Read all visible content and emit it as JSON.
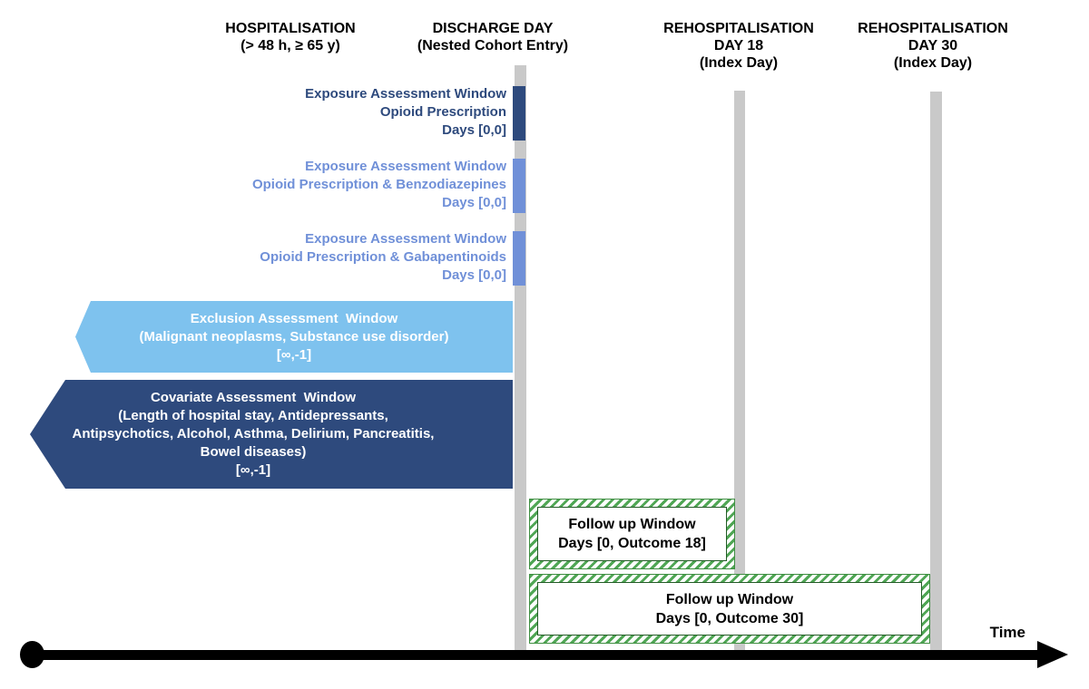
{
  "headers": [
    {
      "id": "hospitalisation",
      "lines": [
        "HOSPITALISATION",
        "(> 48 h, ≥ 65 y)"
      ]
    },
    {
      "id": "discharge-day",
      "lines": [
        "DISCHARGE DAY",
        "(Nested Cohort Entry)"
      ]
    },
    {
      "id": "rehospitalisation-day-18",
      "lines": [
        "REHOSPITALISATION",
        "DAY 18",
        "(Index Day)"
      ]
    },
    {
      "id": "rehospitalisation-day-30",
      "lines": [
        "REHOSPITALISATION",
        "DAY 30",
        "(Index Day)"
      ]
    }
  ],
  "exposure_windows": [
    {
      "lines": [
        "Exposure Assessment Window",
        "Opioid Prescription",
        "Days [0,0]"
      ],
      "color": "#2e4a7d"
    },
    {
      "lines": [
        "Exposure Assessment Window",
        "Opioid Prescription & Benzodiazepines",
        "Days [0,0]"
      ],
      "color": "#7090d8"
    },
    {
      "lines": [
        "Exposure Assessment Window",
        "Opioid Prescription & Gabapentinoids",
        "Days [0,0]"
      ],
      "color": "#7090d8"
    }
  ],
  "exclusion_window": {
    "lines": [
      "Exclusion Assessment  Window",
      "(Malignant neoplasms, Substance use disorder)",
      "[∞,-1]"
    ],
    "color": "#7ec2ee"
  },
  "covariate_window": {
    "lines": [
      "Covariate Assessment  Window",
      "(Length of hospital stay, Antidepressants,",
      "Antipsychotics, Alcohol, Asthma, Delirium, Pancreatitis,",
      "Bowel diseases)",
      "[∞,-1]"
    ],
    "color": "#2e4a7d"
  },
  "followup_windows": [
    {
      "lines": [
        "Follow up Window",
        "Days [0, Outcome 18]"
      ]
    },
    {
      "lines": [
        "Follow up Window",
        "Days [0, Outcome 30]"
      ]
    }
  ],
  "timeline": {
    "label": "Time"
  },
  "colors": {
    "navy": "#2e4a7d",
    "periwinkle": "#7090d8",
    "light_blue": "#7ec2ee",
    "green_hatch": "#4fa654",
    "grey_marker": "#c9c9c9",
    "text": "#000000"
  }
}
